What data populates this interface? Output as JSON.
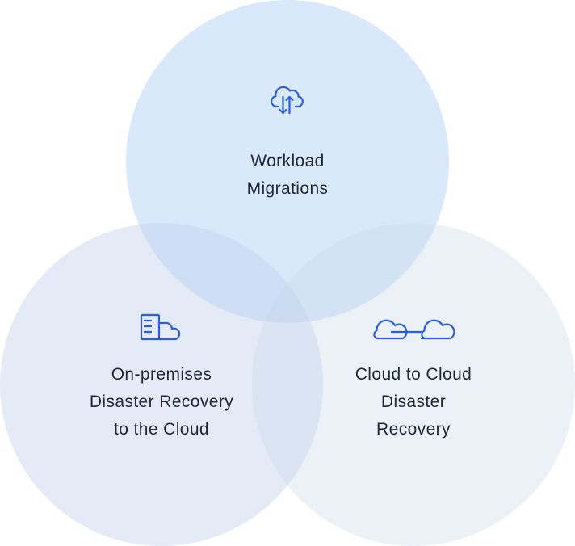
{
  "colors": {
    "icon_stroke": "#2b5fd9",
    "label_text": "#1f2937"
  },
  "diagram": {
    "circles": [
      {
        "id": "workload-migrations",
        "icon": "cloud-upload-download-icon",
        "label_lines": [
          "Workload",
          "Migrations"
        ]
      },
      {
        "id": "on-premises-dr",
        "icon": "server-to-cloud-icon",
        "label_lines": [
          "On-premises",
          "Disaster Recovery",
          "to the Cloud"
        ]
      },
      {
        "id": "cloud-to-cloud-dr",
        "icon": "cloud-link-cloud-icon",
        "label_lines": [
          "Cloud to Cloud",
          "Disaster",
          "Recovery"
        ]
      }
    ]
  }
}
